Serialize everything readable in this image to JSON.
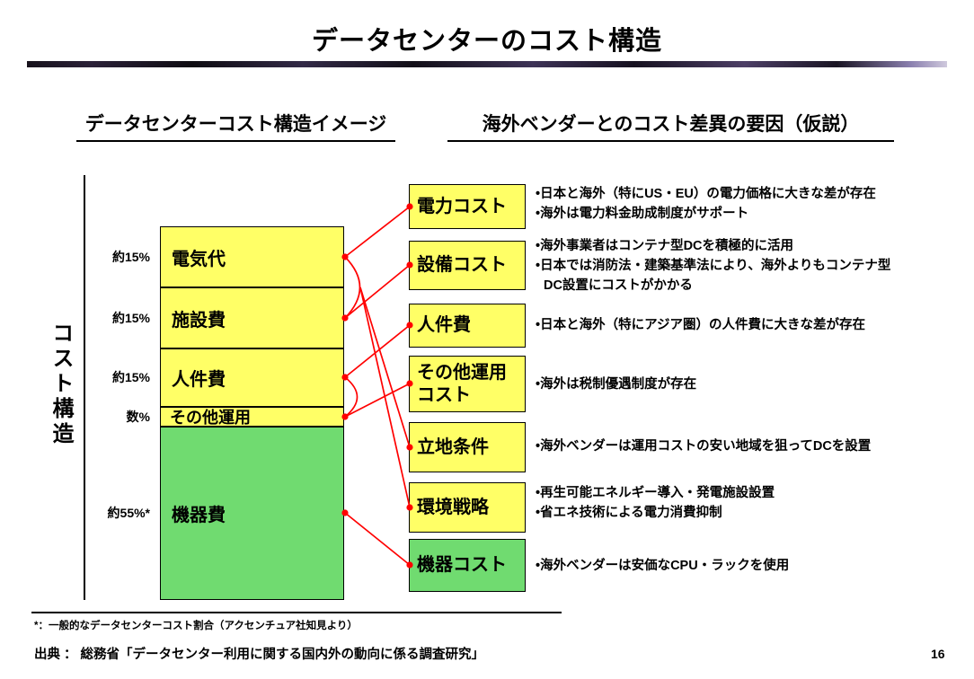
{
  "slide": {
    "title": "データセンターのコスト構造",
    "page_number": "16",
    "source_text": "出典 ： 総務省「データセンター利用に関する国内外の動向に係る調査研究」",
    "footnote": "*：一般的なデータセンターコスト割合（アクセンチュア社知見より）"
  },
  "sections": {
    "left_header": "データセンターコスト構造イメージ",
    "right_header": "海外ベンダーとのコスト差異の要因（仮説）"
  },
  "chart_data": {
    "type": "bar",
    "title": "データセンターコスト構造イメージ",
    "ylabel": "コスト構造",
    "orientation": "vertical-stacked",
    "categories": [
      "電気代",
      "施設費",
      "人件費",
      "その他運用",
      "機器費"
    ],
    "value_labels": [
      "約15%",
      "約15%",
      "約15%",
      "数%",
      "約55%*"
    ],
    "values": [
      15,
      15,
      15,
      5,
      55
    ],
    "bar_colors": [
      "#FFFF66",
      "#FFFF66",
      "#FFFF66",
      "#FFFF66",
      "#70DB70"
    ]
  },
  "factors": {
    "items": [
      {
        "label": "電力コスト",
        "color": "#FFFF66",
        "bullets": [
          "•日本と海外（特にUS・EU）の電力価格に大きな差が存在",
          "•海外は電力料金助成制度がサポート"
        ]
      },
      {
        "label": "設備コスト",
        "color": "#FFFF66",
        "bullets": [
          "•海外事業者はコンテナ型DCを積極的に活用",
          "•日本では消防法・建築基準法により、海外よりもコンテナ型DC設置にコストがかかる"
        ]
      },
      {
        "label": "人件費",
        "color": "#FFFF66",
        "bullets": [
          "•日本と海外（特にアジア圏）の人件費に大きな差が存在"
        ]
      },
      {
        "label": "その他運用コスト",
        "color": "#FFFF66",
        "bullets": [
          "•海外は税制優遇制度が存在"
        ]
      },
      {
        "label": "立地条件",
        "color": "#FFFF66",
        "bullets": [
          "•海外ベンダーは運用コストの安い地域を狙ってDCを設置"
        ]
      },
      {
        "label": "環境戦略",
        "color": "#FFFF66",
        "bullets": [
          "•再生可能エネルギー導入・発電施設設置",
          "•省エネ技術による電力消費抑制"
        ]
      },
      {
        "label": "機器コスト",
        "color": "#70DB70",
        "bullets": [
          "•海外ベンダーは安価なCPU・ラックを使用"
        ]
      }
    ]
  },
  "colors": {
    "segment_yellow": "#FFFF66",
    "segment_green": "#70DB70",
    "connector_red": "#FF0000"
  }
}
